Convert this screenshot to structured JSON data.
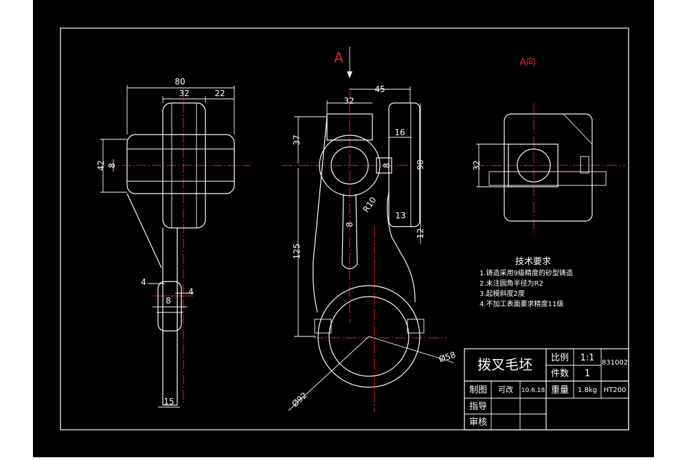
{
  "dimensions": {
    "d80": "80",
    "d32_top": "32",
    "d22": "22",
    "d42": "42",
    "d8_left": "8",
    "d4_left": "4",
    "d4_right": "4",
    "d8_small": "8",
    "d15": "15",
    "d45": "45",
    "d32_mid": "32",
    "d37": "37",
    "d16": "16",
    "d8_mid": "8",
    "d90": "90",
    "dR10": "R10",
    "d8_web": "8",
    "d13": "13",
    "d12": "12",
    "d125": "125",
    "d58": "Ø58",
    "d92": "Ø92",
    "d32_right": "32"
  },
  "view_labels": {
    "section_arrow": "A",
    "view_a": "A向"
  },
  "notes": {
    "title": "技术要求",
    "items": [
      "1.铸造采用9级精度的砂型铸造",
      "2.未注圆角半径为R2",
      "3.起模斜度2度",
      "4.不加工表面要求精度11级"
    ]
  },
  "title_block": {
    "part_name": "拨叉毛坯",
    "scale_label": "比例",
    "scale_value": "1:1",
    "count_label": "件数",
    "count_value": "1",
    "drawing_no": "831002",
    "drawn_label": "制图",
    "drawn_name": "可改",
    "drawn_date": "10.6.18",
    "weight_label": "重量",
    "weight_value": "1.8kg",
    "material": "HT200",
    "guide_label": "指导",
    "review_label": "审核"
  },
  "colors": {
    "background": "#000000",
    "lines": "#ffffff",
    "centerlines": "#e8202a"
  }
}
